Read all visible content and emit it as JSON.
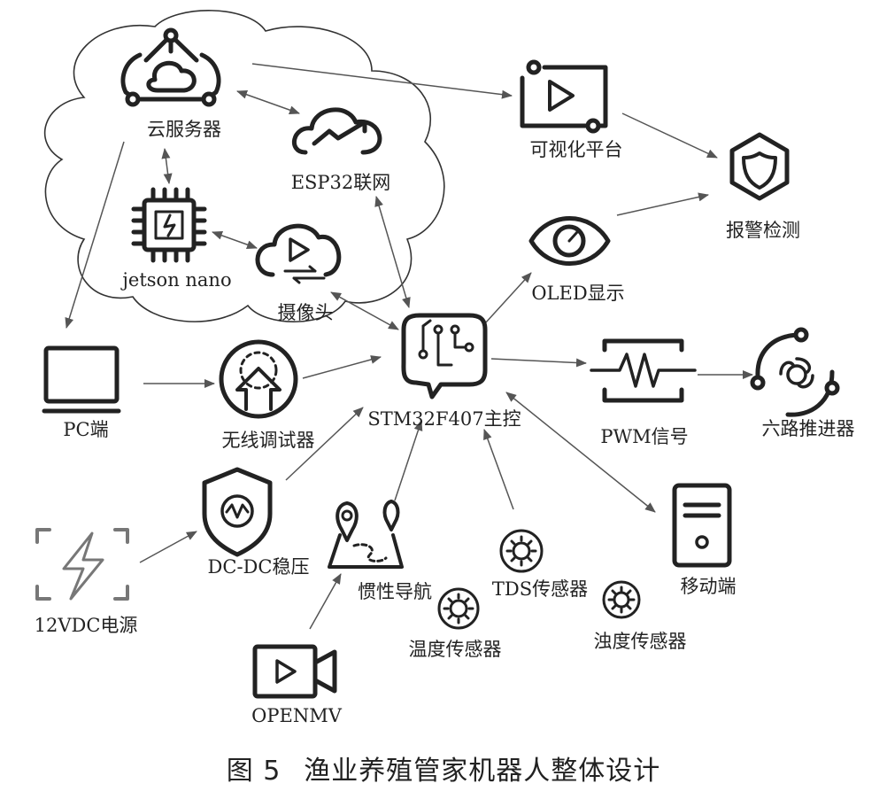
{
  "nodes": {
    "cloud_server": "云服务器",
    "esp32": "ESP32联网",
    "jetson": "jetson nano",
    "camera": "摄像头",
    "visual_platform": "可视化平台",
    "alarm": "报警检测",
    "oled": "OLED显示",
    "pc": "PC端",
    "wireless_debugger": "无线调试器",
    "stm32": "STM32F407主控",
    "pwm": "PWM信号",
    "thrusters": "六路推进器",
    "dcdc": "DC-DC稳压",
    "power": "12VDC电源",
    "imu": "惯性导航",
    "tds": "TDS传感器",
    "temperature": "温度传感器",
    "turbidity": "浊度传感器",
    "mobile": "移动端",
    "openmv": "OPENMV"
  },
  "caption": {
    "number": "图 5",
    "title": "渔业养殖管家机器人整体设计"
  }
}
